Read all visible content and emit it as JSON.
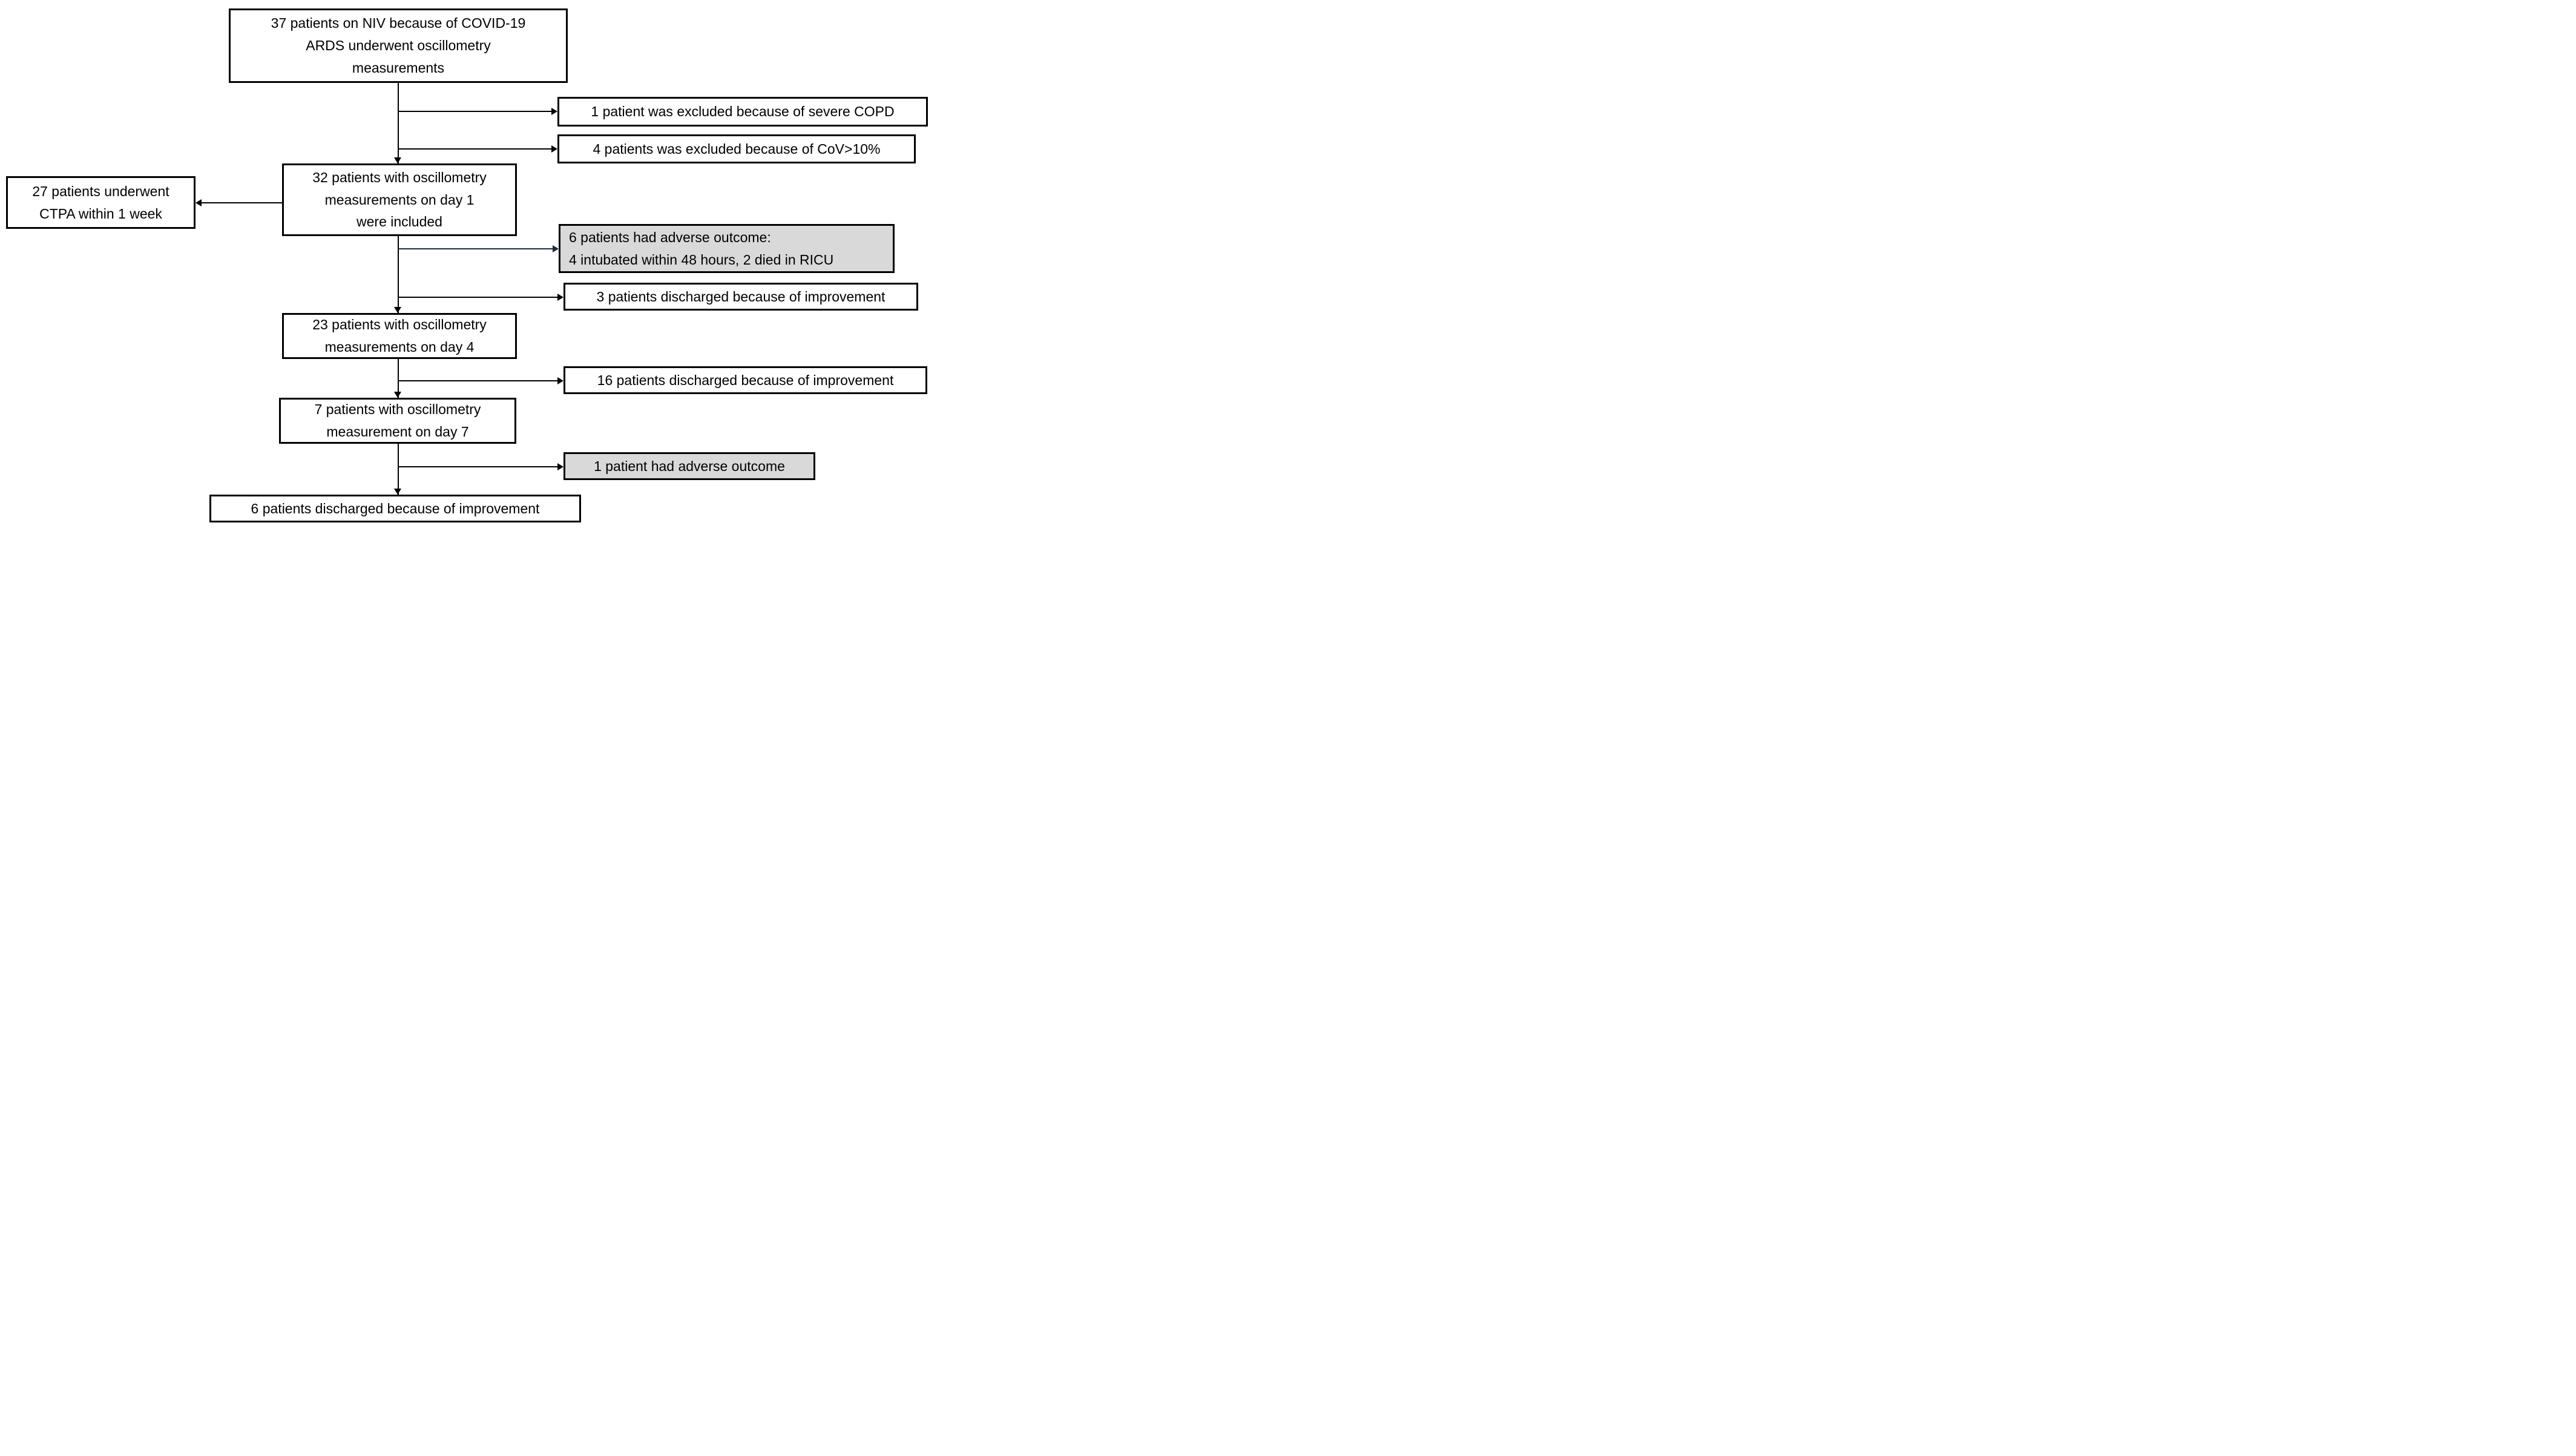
{
  "diagram": {
    "type": "patient-flowchart",
    "nodes": {
      "enrolled": {
        "lines": [
          "37 patients on NIV because of COVID-19",
          "ARDS underwent oscillometry",
          "measurements"
        ]
      },
      "excluded_copd": {
        "lines": [
          "1 patient was excluded because of severe COPD"
        ]
      },
      "excluded_cov": {
        "lines": [
          "4 patients was excluded because of CoV>10%"
        ]
      },
      "day1": {
        "lines": [
          "32 patients with oscillometry",
          "measurements on day 1",
          "were included"
        ]
      },
      "ctpa": {
        "lines": [
          "27 patients underwent",
          "CTPA within 1 week"
        ]
      },
      "adverse_day1": {
        "lines": [
          "6 patients had adverse outcome:",
          "4 intubated within 48 hours, 2 died in RICU"
        ]
      },
      "discharged_day1": {
        "lines": [
          "3 patients discharged because of improvement"
        ]
      },
      "day4": {
        "lines": [
          "23 patients with oscillometry",
          "measurements on day 4"
        ]
      },
      "discharged_day4": {
        "lines": [
          "16 patients discharged because of improvement"
        ]
      },
      "day7": {
        "lines": [
          "7 patients with oscillometry",
          "measurement on day 7"
        ]
      },
      "adverse_day7": {
        "lines": [
          "1 patient had adverse outcome"
        ]
      },
      "discharged_day7": {
        "lines": [
          "6 patients discharged because of improvement"
        ]
      }
    },
    "edges": [
      {
        "from": "enrolled",
        "to": "day1",
        "style": "black"
      },
      {
        "from": "trunk",
        "to": "excluded_copd",
        "style": "black"
      },
      {
        "from": "trunk",
        "to": "excluded_cov",
        "style": "black"
      },
      {
        "from": "day1",
        "to": "ctpa",
        "style": "black"
      },
      {
        "from": "trunk",
        "to": "adverse_day1",
        "style": "navy"
      },
      {
        "from": "trunk",
        "to": "discharged_day1",
        "style": "black"
      },
      {
        "from": "day1",
        "to": "day4",
        "style": "black"
      },
      {
        "from": "trunk",
        "to": "discharged_day4",
        "style": "black"
      },
      {
        "from": "day4",
        "to": "day7",
        "style": "black"
      },
      {
        "from": "trunk",
        "to": "adverse_day7",
        "style": "black"
      },
      {
        "from": "day7",
        "to": "discharged_day7",
        "style": "black"
      }
    ]
  },
  "colors": {
    "border": "#000000",
    "box_bg": "#ffffff",
    "highlight_bg": "#d9d9d9",
    "arrow": "#000000",
    "accent_arrow": "#1f2a44",
    "text": "#000000"
  }
}
